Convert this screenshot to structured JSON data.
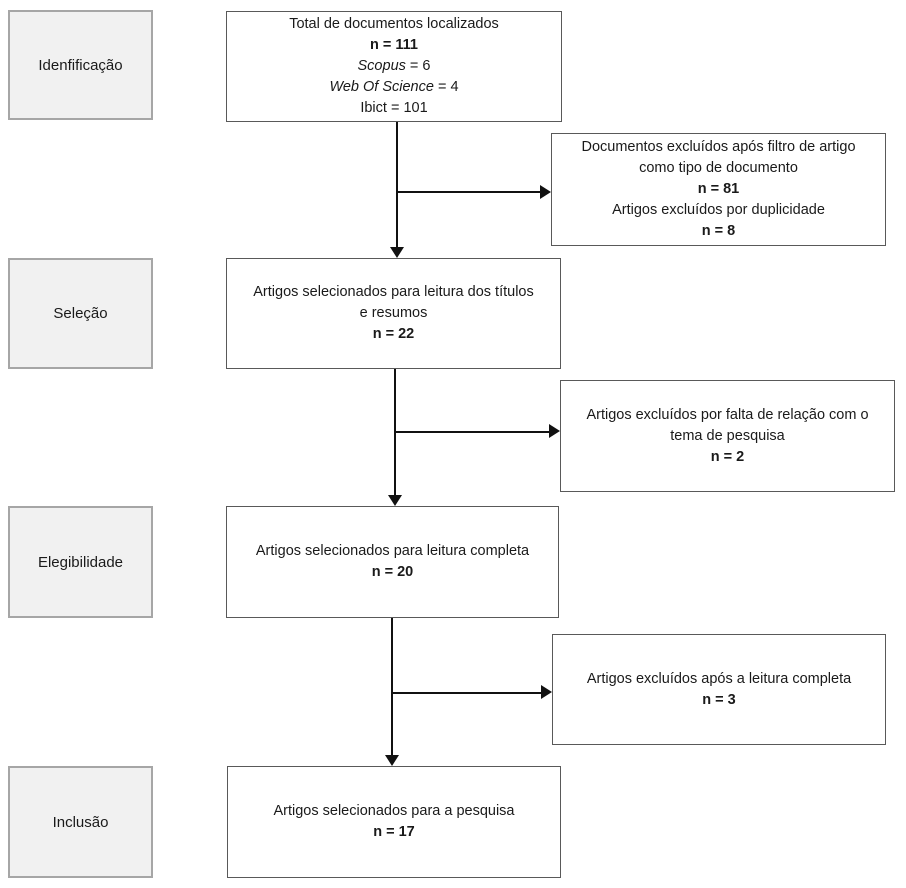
{
  "colors": {
    "background": "#ffffff",
    "stage_fill": "#f1f1f1",
    "stage_border": "#a6a6a6",
    "box_border": "#595959",
    "arrow": "#111111"
  },
  "stages": [
    {
      "label": "Idenfificação"
    },
    {
      "label": "Seleção"
    },
    {
      "label": "Elegibilidade"
    },
    {
      "label": "Inclusão"
    }
  ],
  "main_boxes": [
    {
      "lines": [
        [
          {
            "text": "Total de documentos localizados",
            "style": "regular"
          }
        ],
        [
          {
            "text": "n = 111",
            "style": "bold"
          }
        ],
        [
          {
            "text": "Scopus",
            "style": "italic"
          },
          {
            "text": " = 6",
            "style": "regular"
          }
        ],
        [
          {
            "text": "Web Of Science",
            "style": "italic"
          },
          {
            "text": " = 4",
            "style": "regular"
          }
        ],
        [
          {
            "text": "Ibict = 101",
            "style": "regular"
          }
        ]
      ]
    },
    {
      "lines": [
        [
          {
            "text": "Artigos selecionados para leitura dos títulos",
            "style": "regular"
          }
        ],
        [
          {
            "text": "e resumos",
            "style": "regular"
          }
        ],
        [
          {
            "text": "n = 22",
            "style": "bold"
          }
        ]
      ]
    },
    {
      "lines": [
        [
          {
            "text": "Artigos selecionados para leitura completa",
            "style": "regular"
          }
        ],
        [
          {
            "text": "n = 20",
            "style": "bold"
          }
        ]
      ]
    },
    {
      "lines": [
        [
          {
            "text": "Artigos selecionados para a pesquisa",
            "style": "regular"
          }
        ],
        [
          {
            "text": "n = 17",
            "style": "bold"
          }
        ]
      ]
    }
  ],
  "exclusion_boxes": [
    {
      "lines": [
        [
          {
            "text": "Documentos excluídos após filtro de artigo",
            "style": "regular"
          }
        ],
        [
          {
            "text": "como tipo de documento",
            "style": "regular"
          }
        ],
        [
          {
            "text": "n = 81",
            "style": "bold"
          }
        ],
        [
          {
            "text": "Artigos excluídos por duplicidade",
            "style": "regular"
          }
        ],
        [
          {
            "text": "n = 8",
            "style": "bold"
          }
        ]
      ]
    },
    {
      "lines": [
        [
          {
            "text": "Artigos excluídos por falta de relação com o",
            "style": "regular"
          }
        ],
        [
          {
            "text": "tema de pesquisa",
            "style": "regular"
          }
        ],
        [
          {
            "text": "n = 2",
            "style": "bold"
          }
        ]
      ]
    },
    {
      "lines": [
        [
          {
            "text": "Artigos excluídos após a leitura completa",
            "style": "regular"
          }
        ],
        [
          {
            "text": "n = 3",
            "style": "bold"
          }
        ]
      ]
    }
  ]
}
